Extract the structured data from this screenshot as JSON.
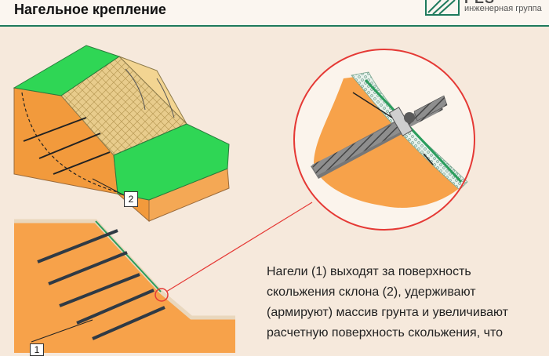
{
  "header": {
    "title": "Нагельное крепление",
    "logo_text": "PES",
    "logo_sub": "инженерная группа"
  },
  "labels": {
    "nail_label": "1",
    "slip_surface_label": "2"
  },
  "caption": {
    "line1": "Нагели (1) выходят за поверхность",
    "line2": "скольжения склона (2), удерживают",
    "line3": "(армируют) массив грунта и увеличивают",
    "line4": "расчетную поверхность скольжения, что"
  },
  "colors": {
    "soil": "#f7a24a",
    "grass": "#2fd655",
    "mesh": "#e8cc8c",
    "accent": "#1e7a5c",
    "highlight": "#e53935"
  }
}
